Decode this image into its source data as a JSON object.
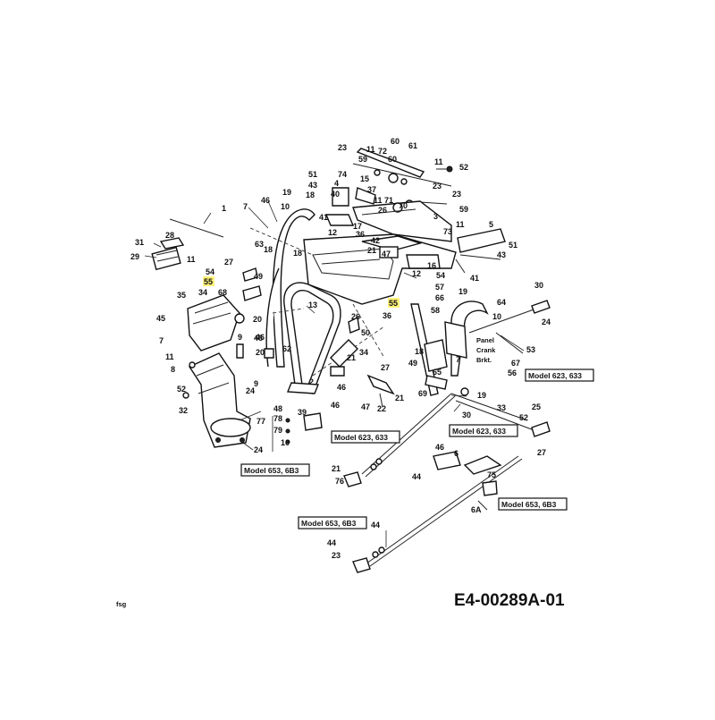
{
  "diagram": {
    "drawing_code": "E4-00289A-01",
    "corner_mark": "fsg",
    "side_labels": [
      "Panel",
      "Crank",
      "Brkt."
    ],
    "model_labels": [
      "Model 623, 633",
      "Model 623, 633",
      "Model 623, 633",
      "Model 653, 6B3",
      "Model 653, 6B3",
      "Model 653, 6B3"
    ],
    "callouts": [
      "23",
      "11",
      "72",
      "60",
      "61",
      "59",
      "60",
      "11",
      "52",
      "51",
      "74",
      "43",
      "4",
      "15",
      "37",
      "23",
      "23",
      "46",
      "19",
      "18",
      "40",
      "11",
      "71",
      "59",
      "7",
      "10",
      "26",
      "70",
      "3",
      "11",
      "1",
      "41",
      "17",
      "73",
      "5",
      "28",
      "63",
      "12",
      "36",
      "42",
      "31",
      "29",
      "21",
      "47",
      "51",
      "43",
      "18",
      "27",
      "16",
      "54",
      "55",
      "12",
      "54",
      "18",
      "41",
      "11",
      "49",
      "57",
      "30",
      "68",
      "55",
      "66",
      "35",
      "34",
      "36",
      "19",
      "64",
      "13",
      "58",
      "10",
      "20",
      "26",
      "50",
      "24",
      "45",
      "46",
      "62",
      "Panel",
      "Crank",
      "Brkt.",
      "9",
      "46",
      "7",
      "53",
      "20",
      "18",
      "34",
      "56",
      "67",
      "7",
      "11",
      "52",
      "21",
      "49",
      "8",
      "69",
      "46",
      "2",
      "27",
      "65",
      "19",
      "9",
      "46",
      "48",
      "21",
      "47",
      "22",
      "33",
      "24",
      "30",
      "25",
      "52",
      "32",
      "77",
      "39",
      "78",
      "79",
      "10",
      "24",
      "27",
      "46",
      "6",
      "44",
      "21",
      "76",
      "75",
      "6A",
      "44",
      "44",
      "23"
    ],
    "highlighted_callouts": [
      "55",
      "55"
    ]
  }
}
